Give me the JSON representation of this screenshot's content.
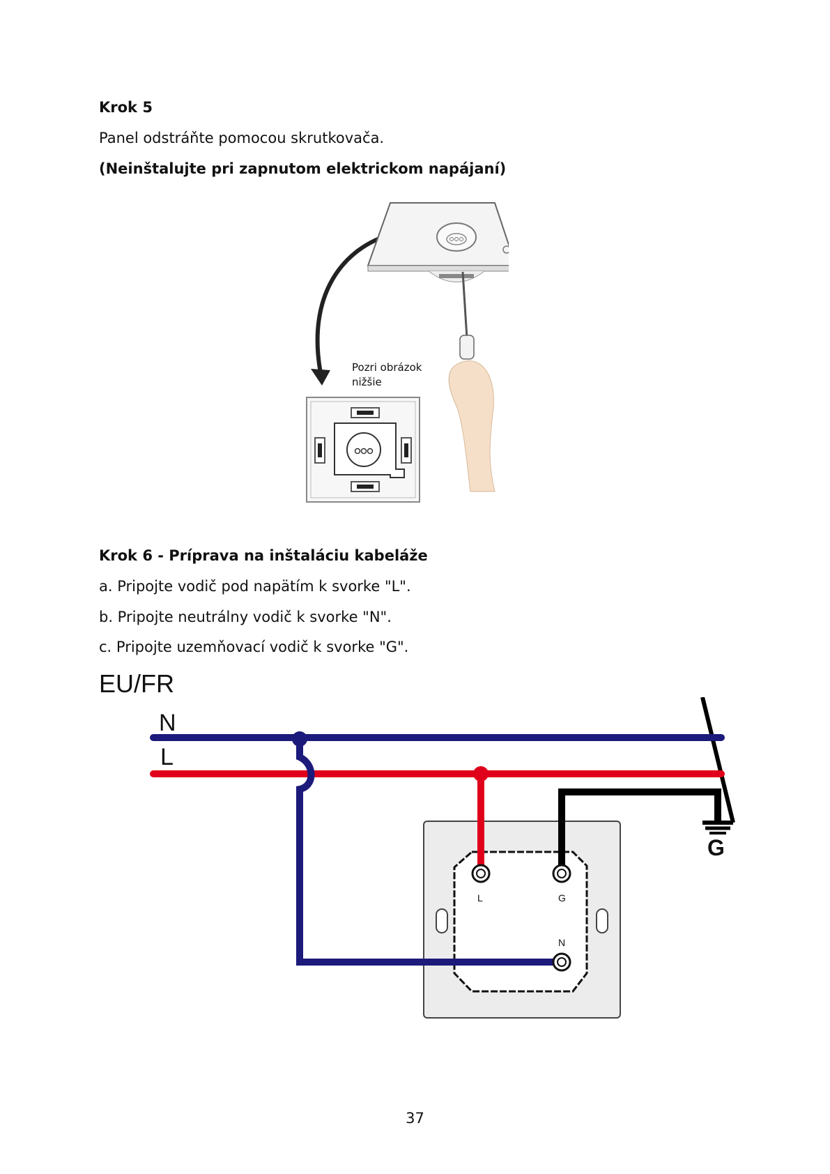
{
  "step5": {
    "title": "Krok 5",
    "text": "Panel odstráňte pomocou skrutkovača.",
    "warning": "(Neinštalujte pri zapnutom elektrickom napájaní)",
    "note_line1": "Pozri obrázok",
    "note_line2": "nižšie"
  },
  "step6": {
    "title": "Krok 6 - Príprava na inštaláciu kabeláže",
    "items": [
      "a. Pripojte vodič pod napätím k svorke \"L\".",
      "b. Pripojte neutrálny vodič k svorke \"N\".",
      "c. Pripojte uzemňovací vodič k svorke \"G\"."
    ]
  },
  "wiring": {
    "region": "EU/FR",
    "line_n": "N",
    "line_l": "L",
    "ground": "G",
    "terminal_l": "L",
    "terminal_g": "G",
    "terminal_n": "N",
    "colors": {
      "neutral": "#1c1a7a",
      "live": "#e0001b",
      "ground": "#000000",
      "plate": "#ececec"
    }
  },
  "page_number": "37"
}
